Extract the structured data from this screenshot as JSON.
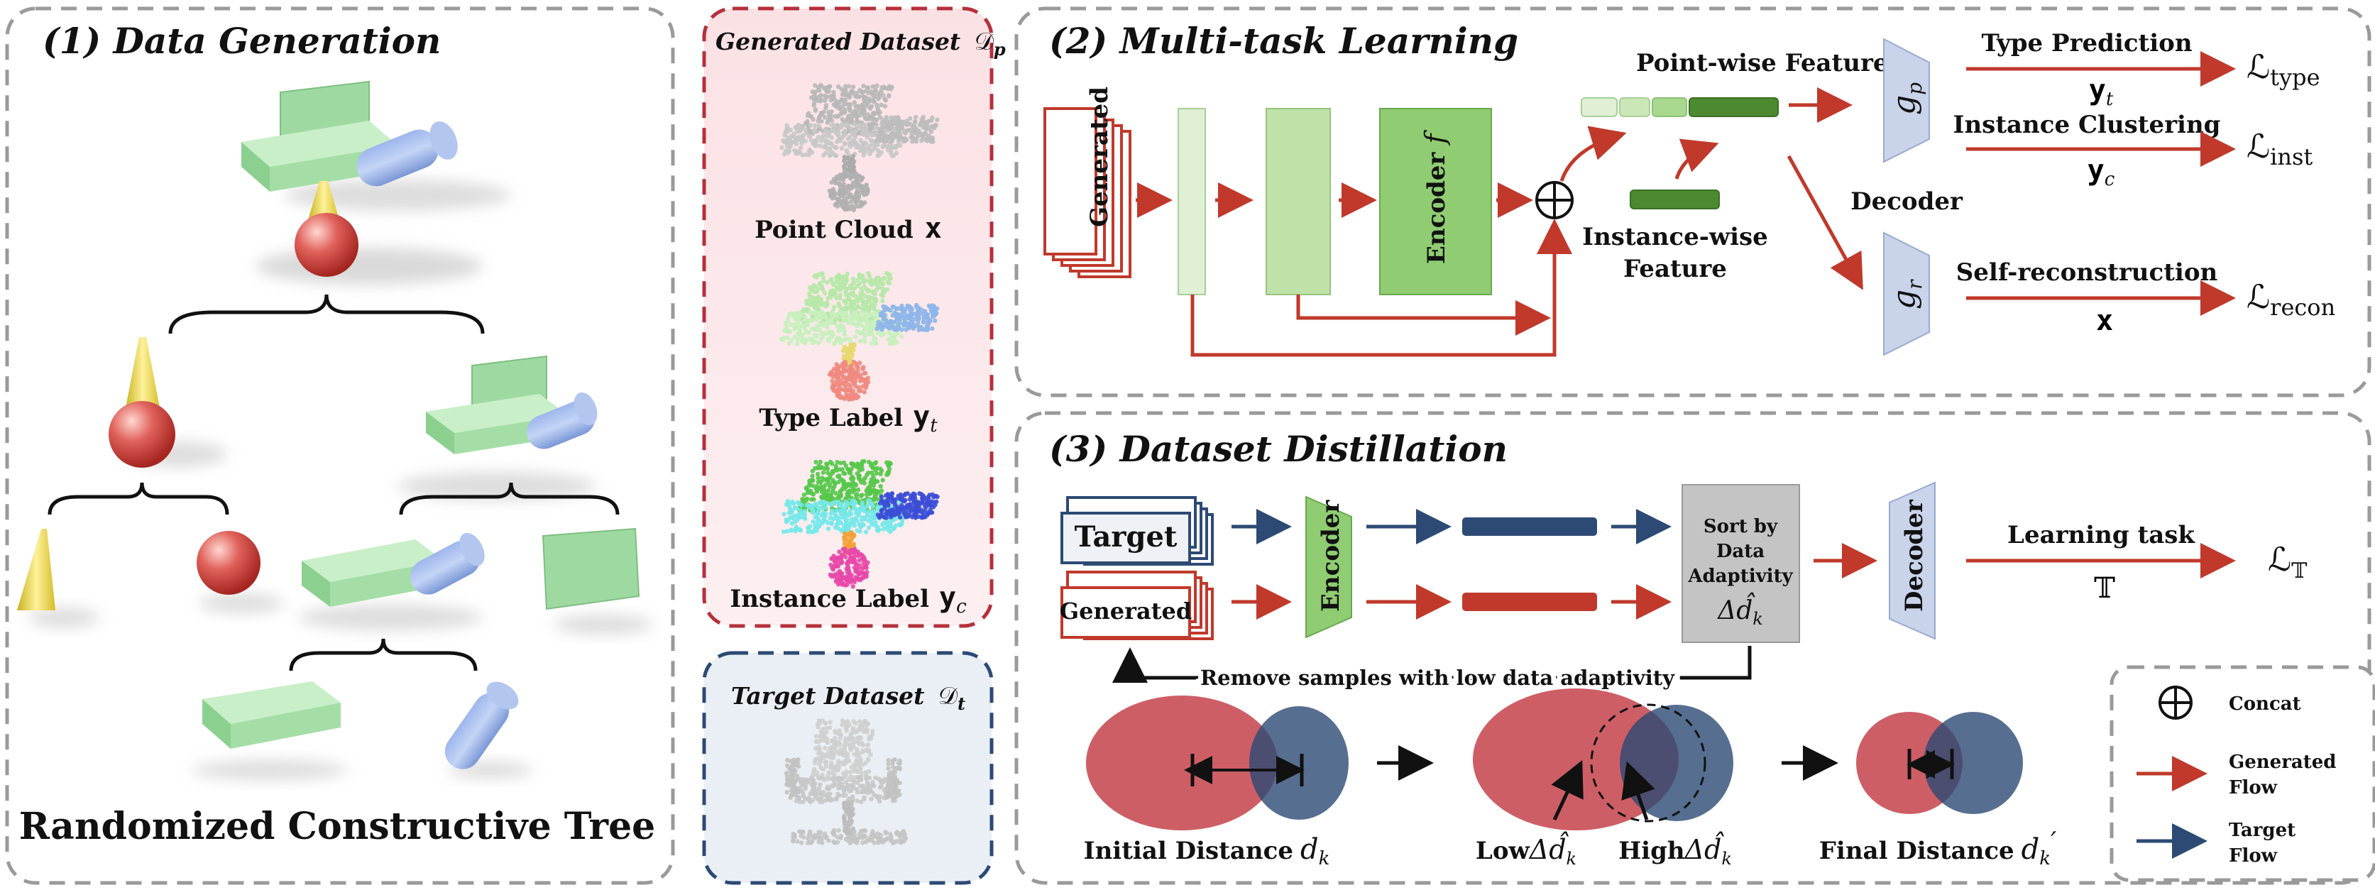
{
  "panels": {
    "data_generation": {
      "title": "(1) Data Generation",
      "caption": "Randomized Constructive Tree"
    },
    "generated_dataset": {
      "title": "Generated Dataset",
      "symbol": "𝒟",
      "symbol_sub": "p",
      "items": [
        {
          "label": "Point Cloud",
          "var": "x"
        },
        {
          "label": "Type Label",
          "var": "y",
          "var_sub": "t"
        },
        {
          "label": "Instance Label",
          "var": "y",
          "var_sub": "c"
        }
      ]
    },
    "target_dataset": {
      "title": "Target Dataset",
      "symbol": "𝒟",
      "symbol_sub": "t"
    },
    "multitask": {
      "title": "(2) Multi-task Learning",
      "stack_label": "Generated",
      "encoder": "Encoder",
      "encoder_var": "f",
      "pointwise": "Point-wise Feature",
      "instancewise_1": "Instance-",
      "instancewise_2": "wise",
      "instancewise_3": "Feature",
      "decoder": "Decoder",
      "gp": "g",
      "gp_sub": "p",
      "gr": "g",
      "gr_sub": "r",
      "type_pred": "Type Prediction",
      "type_var": "y",
      "type_var_sub": "t",
      "inst_clust": "Instance Clustering",
      "inst_var": "y",
      "inst_var_sub": "c",
      "recon": "Self-reconstruction",
      "recon_var": "x",
      "loss_type": "ℒ",
      "loss_type_sub": "type",
      "loss_inst": "ℒ",
      "loss_inst_sub": "inst",
      "loss_recon": "ℒ",
      "loss_recon_sub": "recon"
    },
    "distillation": {
      "title": "(3) Dataset Distillation",
      "target_label": "Target",
      "generated_label": "Generated",
      "encoder": "Encoder",
      "sort_1": "Sort by",
      "sort_2": "Data",
      "sort_3": "Adaptivity",
      "sort_var": "Δd̂",
      "sort_var_sub": "k",
      "decoder": "Decoder",
      "task": "Learning task",
      "task_var": "𝕋",
      "loss": "ℒ",
      "loss_sub": "𝕋",
      "remove": "Remove samples with low data adaptivity",
      "initial": "Initial Distance",
      "initial_var": "d",
      "initial_var_sub": "k",
      "low": "Low",
      "low_var": "Δd̂",
      "low_var_sub": "k",
      "high": "High",
      "high_var": "Δd̂",
      "high_var_sub": "k",
      "final": "Final Distance",
      "final_var": "d",
      "final_var_sub": "k",
      "final_prime": "′"
    },
    "legend": {
      "concat": "Concat",
      "generated_1": "Generated",
      "generated_2": "Flow",
      "target_1": "Target",
      "target_2": "Flow"
    }
  },
  "colors": {
    "generated": "#c0392b",
    "target": "#2c4a74",
    "green_light": "#dff0d4",
    "green_mid": "#b9dea4",
    "green_dark": "#4b8a2f",
    "decoder": "#c9d3ea",
    "gen_panel_bg": "#fbe4e6",
    "tgt_panel_bg": "#e8eef4"
  }
}
